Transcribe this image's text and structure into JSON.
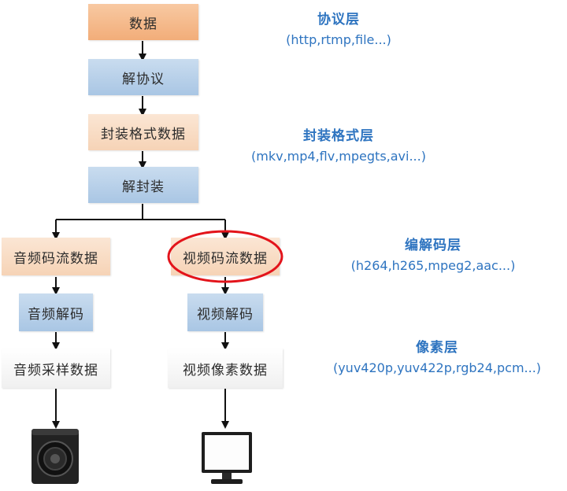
{
  "boxes": {
    "data": "数据",
    "deprotocol": "解协议",
    "container_data": "封装格式数据",
    "demux": "解封装",
    "audio_stream": "音频码流数据",
    "video_stream": "视频码流数据",
    "audio_decode": "音频解码",
    "video_decode": "视频解码",
    "audio_sample": "音频采样数据",
    "video_pixel": "视频像素数据"
  },
  "layers": [
    {
      "title": "协议层",
      "sub": "(http,rtmp,file...)"
    },
    {
      "title": "封装格式层",
      "sub": "(mkv,mp4,flv,mpegts,avi...)"
    },
    {
      "title": "编解码层",
      "sub": "(h264,h265,mpeg2,aac...)"
    },
    {
      "title": "像素层",
      "sub": "(yuv420p,yuv422p,rgb24,pcm...)"
    }
  ],
  "icons": [
    "speaker-icon",
    "monitor-icon"
  ],
  "colors": {
    "orange": "#f2ad79",
    "blue": "#a9c6e4",
    "peach": "#f6d3b6",
    "layer_text": "#2e74c0",
    "highlight": "#e3141b"
  }
}
